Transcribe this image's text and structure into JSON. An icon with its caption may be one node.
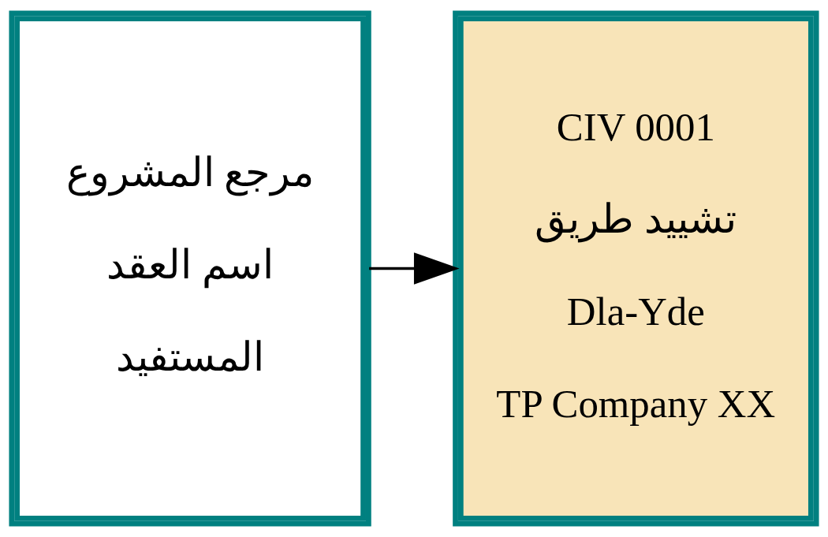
{
  "diagram": {
    "nodes": [
      {
        "text": [
          "مرجع المشروع",
          "اسم العقد",
          "المستفيد"
        ]
      },
      {
        "text": [
          "CIV 0001",
          "تشييد طريق",
          "Dla-Yde",
          "TP Company XX"
        ]
      }
    ],
    "edges": [
      {
        "from": 0,
        "to": 1,
        "arrow": "to"
      }
    ]
  }
}
